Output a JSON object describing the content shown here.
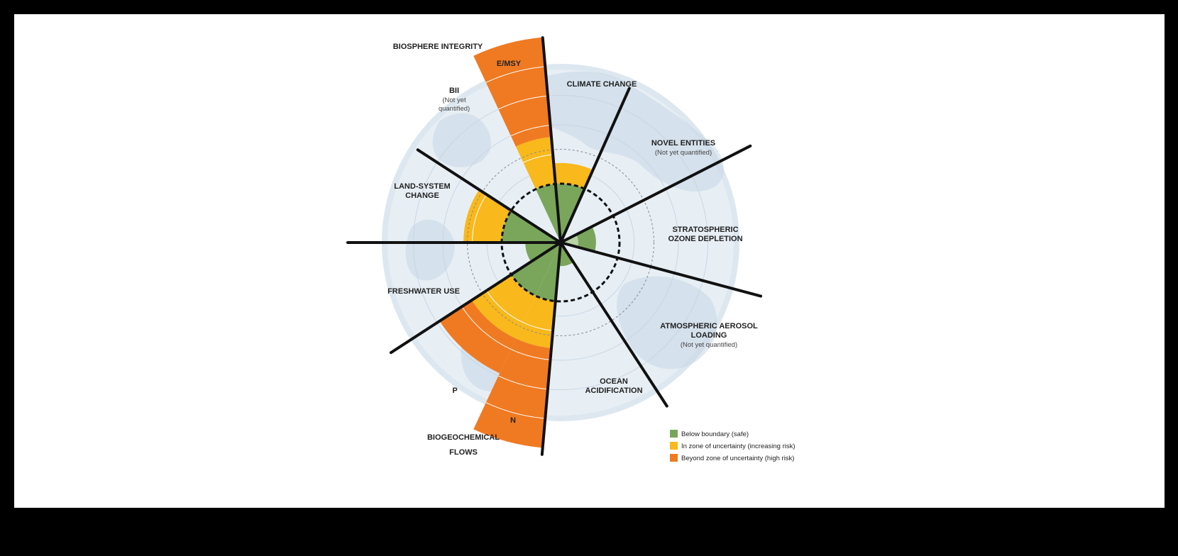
{
  "chart_data": {
    "type": "polar-area",
    "colors": {
      "safe": "#7aa65c",
      "safe_light": "#b9d3a4",
      "uncertain": "#f9b81b",
      "high_risk": "#f07a22",
      "globe": "#dde7f0",
      "ocean": "#eef5f9"
    },
    "legend": [
      {
        "key": "safe",
        "label": "Below boundary (safe)"
      },
      {
        "key": "uncertain",
        "label": "In zone of uncertainty (increasing risk)"
      },
      {
        "key": "high_risk",
        "label": "Beyond zone of uncertainty (high risk)"
      }
    ],
    "labels": {
      "biosphere": "BIOSPHERE INTEGRITY",
      "emsy": "E/MSY",
      "bii": "BII",
      "bii_sub1": "(Not yet",
      "bii_sub2": "quantified)",
      "climate": "CLIMATE CHANGE",
      "novel": "NOVEL ENTITIES",
      "novel_sub": "(Not yet quantified)",
      "ozone1": "STRATOSPHERIC",
      "ozone2": "OZONE DEPLETION",
      "aerosol1": "ATMOSPHERIC AEROSOL",
      "aerosol2": "LOADING",
      "aerosol_sub": "(Not yet quantified)",
      "ocean1": "OCEAN",
      "ocean2": "ACIDIFICATION",
      "bgc1": "BIOGEOCHEMICAL",
      "bgc2": "FLOWS",
      "p": "P",
      "n": "N",
      "freshwater": "FRESHWATER USE",
      "land1": "LAND-SYSTEM",
      "land2": "CHANGE"
    },
    "boundary_level": 1.0,
    "segments": [
      {
        "name": "E/MSY",
        "level": 3.5,
        "status": "high_risk"
      },
      {
        "name": "Climate change",
        "level": 1.35,
        "status": "uncertain"
      },
      {
        "name": "Novel entities",
        "level": null,
        "status": "not quantified"
      },
      {
        "name": "Stratospheric ozone depletion",
        "level": 0.6,
        "status": "safe"
      },
      {
        "name": "Atmospheric aerosol loading",
        "level": null,
        "status": "not quantified"
      },
      {
        "name": "Ocean acidification",
        "level": 0.4,
        "status": "safe"
      },
      {
        "name": "N",
        "level": 3.5,
        "status": "high_risk"
      },
      {
        "name": "P",
        "level": 2.45,
        "status": "high_risk"
      },
      {
        "name": "Freshwater use",
        "level": 0.6,
        "status": "safe"
      },
      {
        "name": "Land-system change",
        "level": 1.65,
        "status": "uncertain"
      },
      {
        "name": "BII",
        "level": null,
        "status": "not quantified"
      }
    ]
  }
}
